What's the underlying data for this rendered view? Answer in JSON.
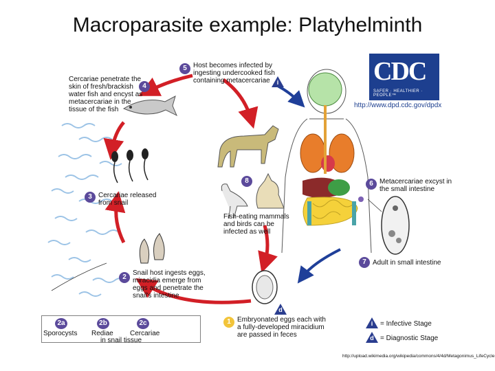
{
  "slide": {
    "title": "Macroparasite example: Platyhelminth"
  },
  "cdc": {
    "logo_text": "CDC",
    "tagline": "SAFER · HEALTHIER · PEOPLE™",
    "url": "http://www.dpd.cdc.gov/dpdx"
  },
  "steps": {
    "s1": {
      "num": "1",
      "text": "Embryonated eggs each with a fully-developed miracidium are passed in feces"
    },
    "s2": {
      "num": "2",
      "text": "Snail host ingests eggs, miracidia emerge from eggs and penetrate the snail's intestine"
    },
    "s3": {
      "num": "3",
      "text": "Cercariae released from snail"
    },
    "s4": {
      "num": "4",
      "text": "Cercariae penetrate the skin of fresh/brackish water fish and encyst as metacercariae in the tissue of the fish"
    },
    "s5": {
      "num": "5",
      "text": "Host becomes infected by ingesting undercooked fish containing metacercariae"
    },
    "s6": {
      "num": "6",
      "text": "Metacercariae excyst in the small intestine"
    },
    "s7": {
      "num": "7",
      "text": "Adult in small intestine"
    },
    "s8": {
      "num": "8",
      "text": "Fish-eating mammals and birds can be infected as well"
    }
  },
  "snail_stages": {
    "a": {
      "num": "2a",
      "label": "Sporocysts"
    },
    "b": {
      "num": "2b",
      "label": "Rediae"
    },
    "c": {
      "num": "2c",
      "label": "Cercariae"
    },
    "note": "in snail tissue"
  },
  "markers": {
    "infective": "i",
    "diagnostic": "d"
  },
  "legend": {
    "infective": "= Infective Stage",
    "diagnostic": "= Diagnostic Stage"
  },
  "source": "http://upload.wikimedia.org/wikipedia/commons/4/4d/Metagonimus_LifeCycle.gif",
  "colors": {
    "arrow_red": "#d21f26",
    "arrow_blue": "#1f3f99",
    "badge_purple": "#5b4a9b",
    "badge_yellow": "#f2c43a",
    "cdc_blue": "#1d3f8f"
  }
}
